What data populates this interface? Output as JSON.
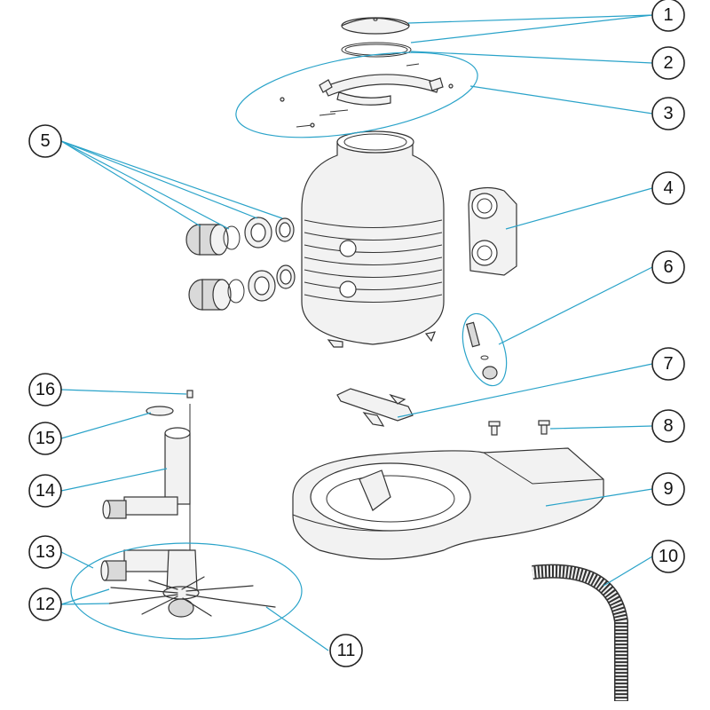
{
  "colors": {
    "callout_line": "#2aa3c9",
    "outline": "#333333",
    "part_fill": "#f2f2f2",
    "part_shade": "#d9d9d9"
  },
  "callouts": [
    {
      "id": "1",
      "label": "1"
    },
    {
      "id": "2",
      "label": "2"
    },
    {
      "id": "3",
      "label": "3"
    },
    {
      "id": "4",
      "label": "4"
    },
    {
      "id": "5",
      "label": "5"
    },
    {
      "id": "6",
      "label": "6"
    },
    {
      "id": "7",
      "label": "7"
    },
    {
      "id": "8",
      "label": "8"
    },
    {
      "id": "9",
      "label": "9"
    },
    {
      "id": "10",
      "label": "10"
    },
    {
      "id": "11",
      "label": "11"
    },
    {
      "id": "12",
      "label": "12"
    },
    {
      "id": "13",
      "label": "13"
    },
    {
      "id": "14",
      "label": "14"
    },
    {
      "id": "15",
      "label": "15"
    },
    {
      "id": "16",
      "label": "16"
    }
  ]
}
